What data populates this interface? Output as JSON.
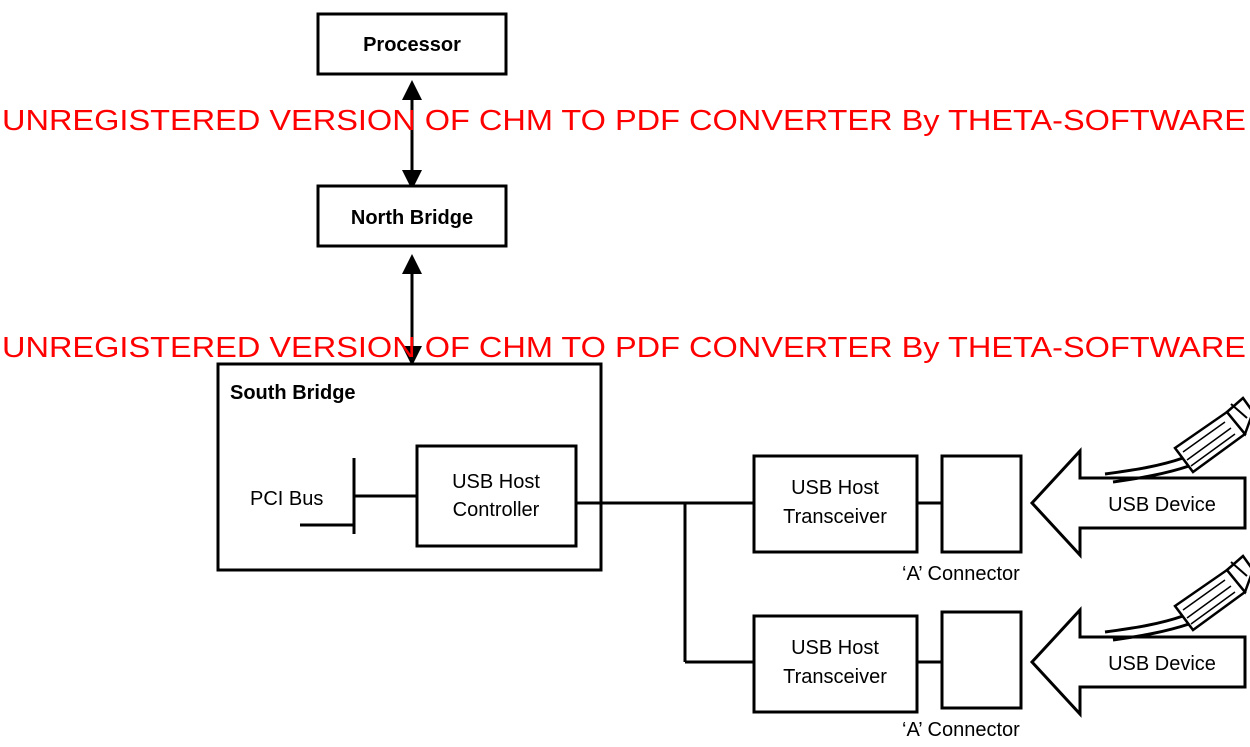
{
  "watermark": "UNREGISTERED VERSION OF CHM TO PDF CONVERTER By THETA-SOFTWARE",
  "watermark_color": "#ff0000",
  "nodes": {
    "processor": "Processor",
    "north_bridge": "North Bridge",
    "south_bridge": "South Bridge",
    "pci_bus": "PCI Bus",
    "host_controller": [
      "USB Host",
      "Controller"
    ],
    "transceiver_1": [
      "USB Host",
      "Transceiver"
    ],
    "transceiver_2": [
      "USB Host",
      "Transceiver"
    ],
    "connector_1": "‘A’ Connector",
    "connector_2": "‘A’ Connector",
    "device_1": "USB Device",
    "device_2": "USB Device"
  },
  "icons": [
    "usb-plug-icon",
    "usb-plug-icon"
  ]
}
